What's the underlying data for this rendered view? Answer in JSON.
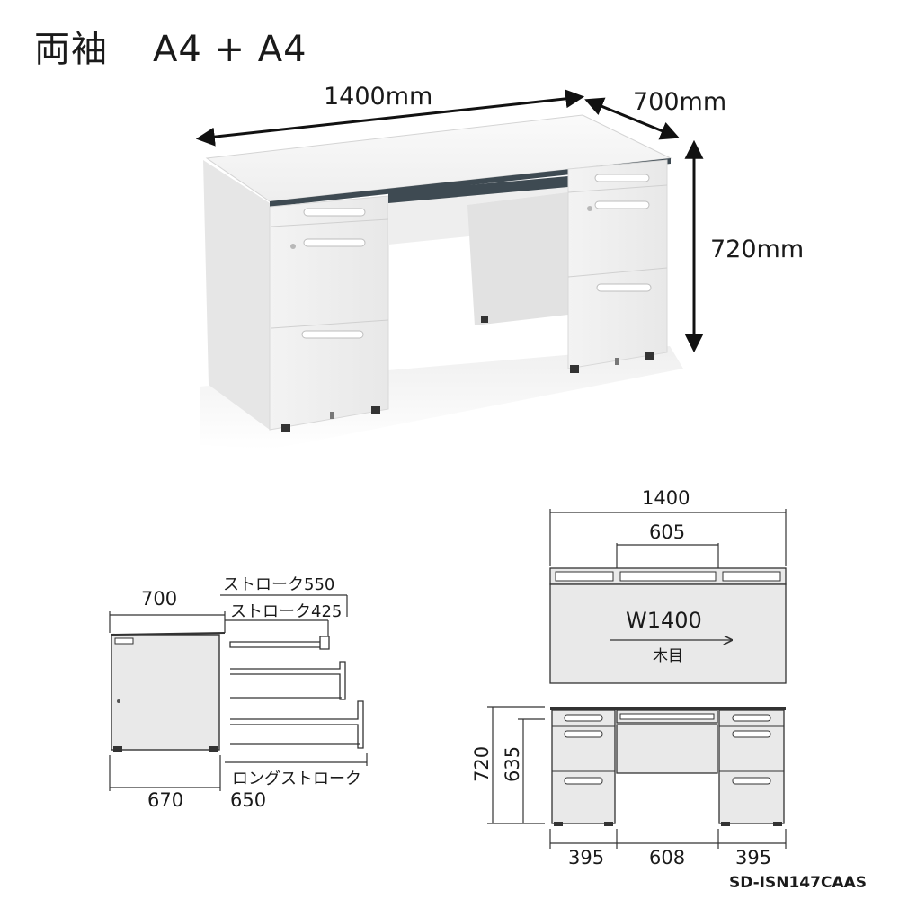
{
  "title": {
    "type": "両袖",
    "size": "A4 + A4"
  },
  "photo_dims": {
    "width": "1400mm",
    "depth": "700mm",
    "height": "720mm"
  },
  "side_view": {
    "depth_top": "700",
    "depth_bottom": "670",
    "stroke_upper": "ストローク550",
    "stroke_mid": "ストローク425",
    "stroke_long_label": "ロングストローク",
    "stroke_long_value": "650"
  },
  "top_view": {
    "width": "1400",
    "center_opening": "605",
    "surface_code": "W1400",
    "surface_material": "木目"
  },
  "front_view": {
    "height_total": "720",
    "height_inner": "635",
    "left_pedestal": "395",
    "knee_space": "608",
    "right_pedestal": "395"
  },
  "model_code": "SD-ISN147CAAS",
  "colors": {
    "line": "#333333",
    "panel": "#e9e9e9",
    "desk_white": "#f6f6f6",
    "shadow": "#c9c9c9"
  }
}
